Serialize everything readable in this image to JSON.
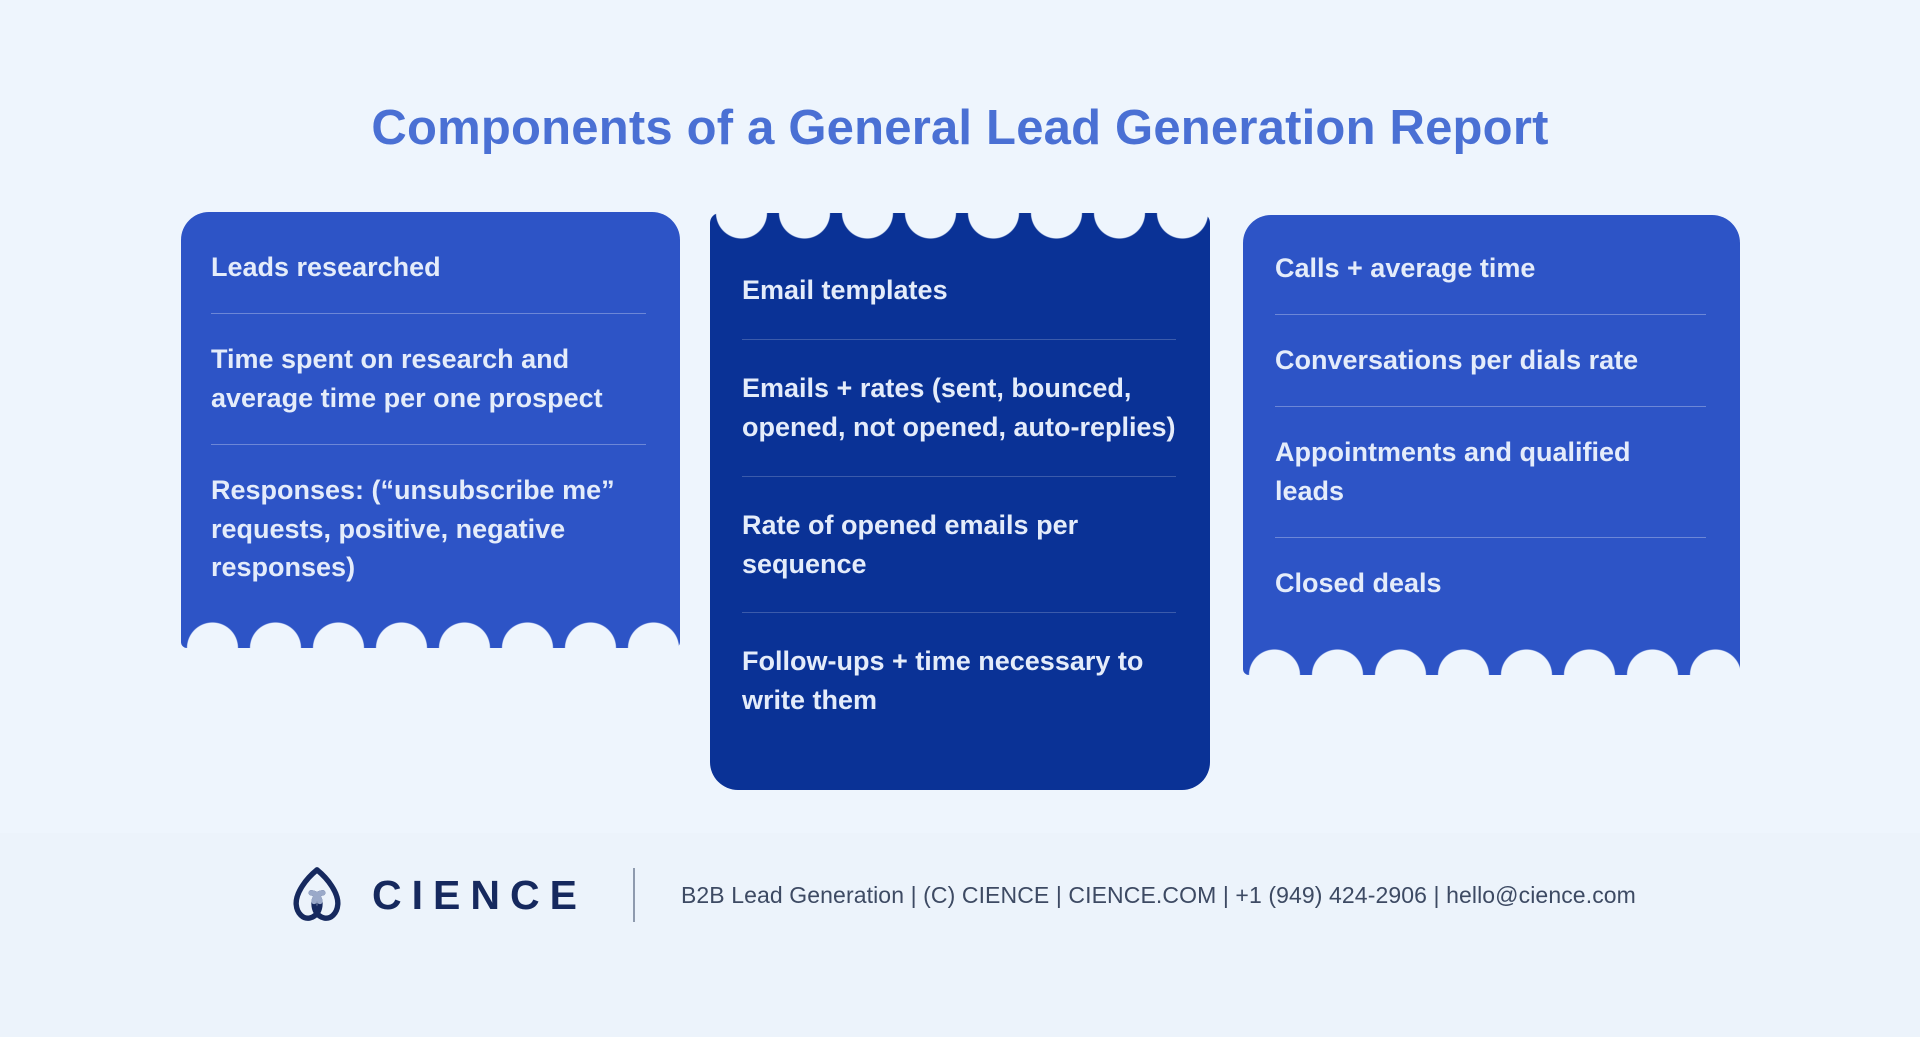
{
  "title": "Components of a General Lead Generation Report",
  "cards": [
    {
      "name": "prospecting-metrics",
      "items": [
        "Leads researched",
        "Time spent on research and average time per one prospect",
        "Responses: (“unsubscribe me” requests, positive, negative responses)"
      ]
    },
    {
      "name": "email-outreach-metrics",
      "items": [
        "Email templates",
        "Emails + rates (sent, bounced, opened, not opened, auto-replies)",
        "Rate of opened emails per sequence",
        "Follow-ups + time necessary to write them"
      ]
    },
    {
      "name": "calls-metrics",
      "items": [
        "Calls + average time",
        "Conversations per dials rate",
        "Appointments and qualified leads",
        "Closed deals"
      ]
    }
  ],
  "footer": {
    "brand": "CIENCE",
    "logo_icon": "cience-arch-logo",
    "info": "B2B Lead Generation | (C) CIENCE | CIENCE.COM | +1 (949) 424-2906 | hello@cience.com"
  },
  "colors": {
    "background": "#eef5fd",
    "footer_band": "#ecf3fb",
    "title_blue": "#4a70d4",
    "card_blue": "#2d54c6",
    "card_dark_blue": "#0a3296",
    "card_text": "#e4ecfa",
    "navy": "#16295e",
    "footer_text": "#3d4a63",
    "rule_gray": "#8e9aae"
  }
}
